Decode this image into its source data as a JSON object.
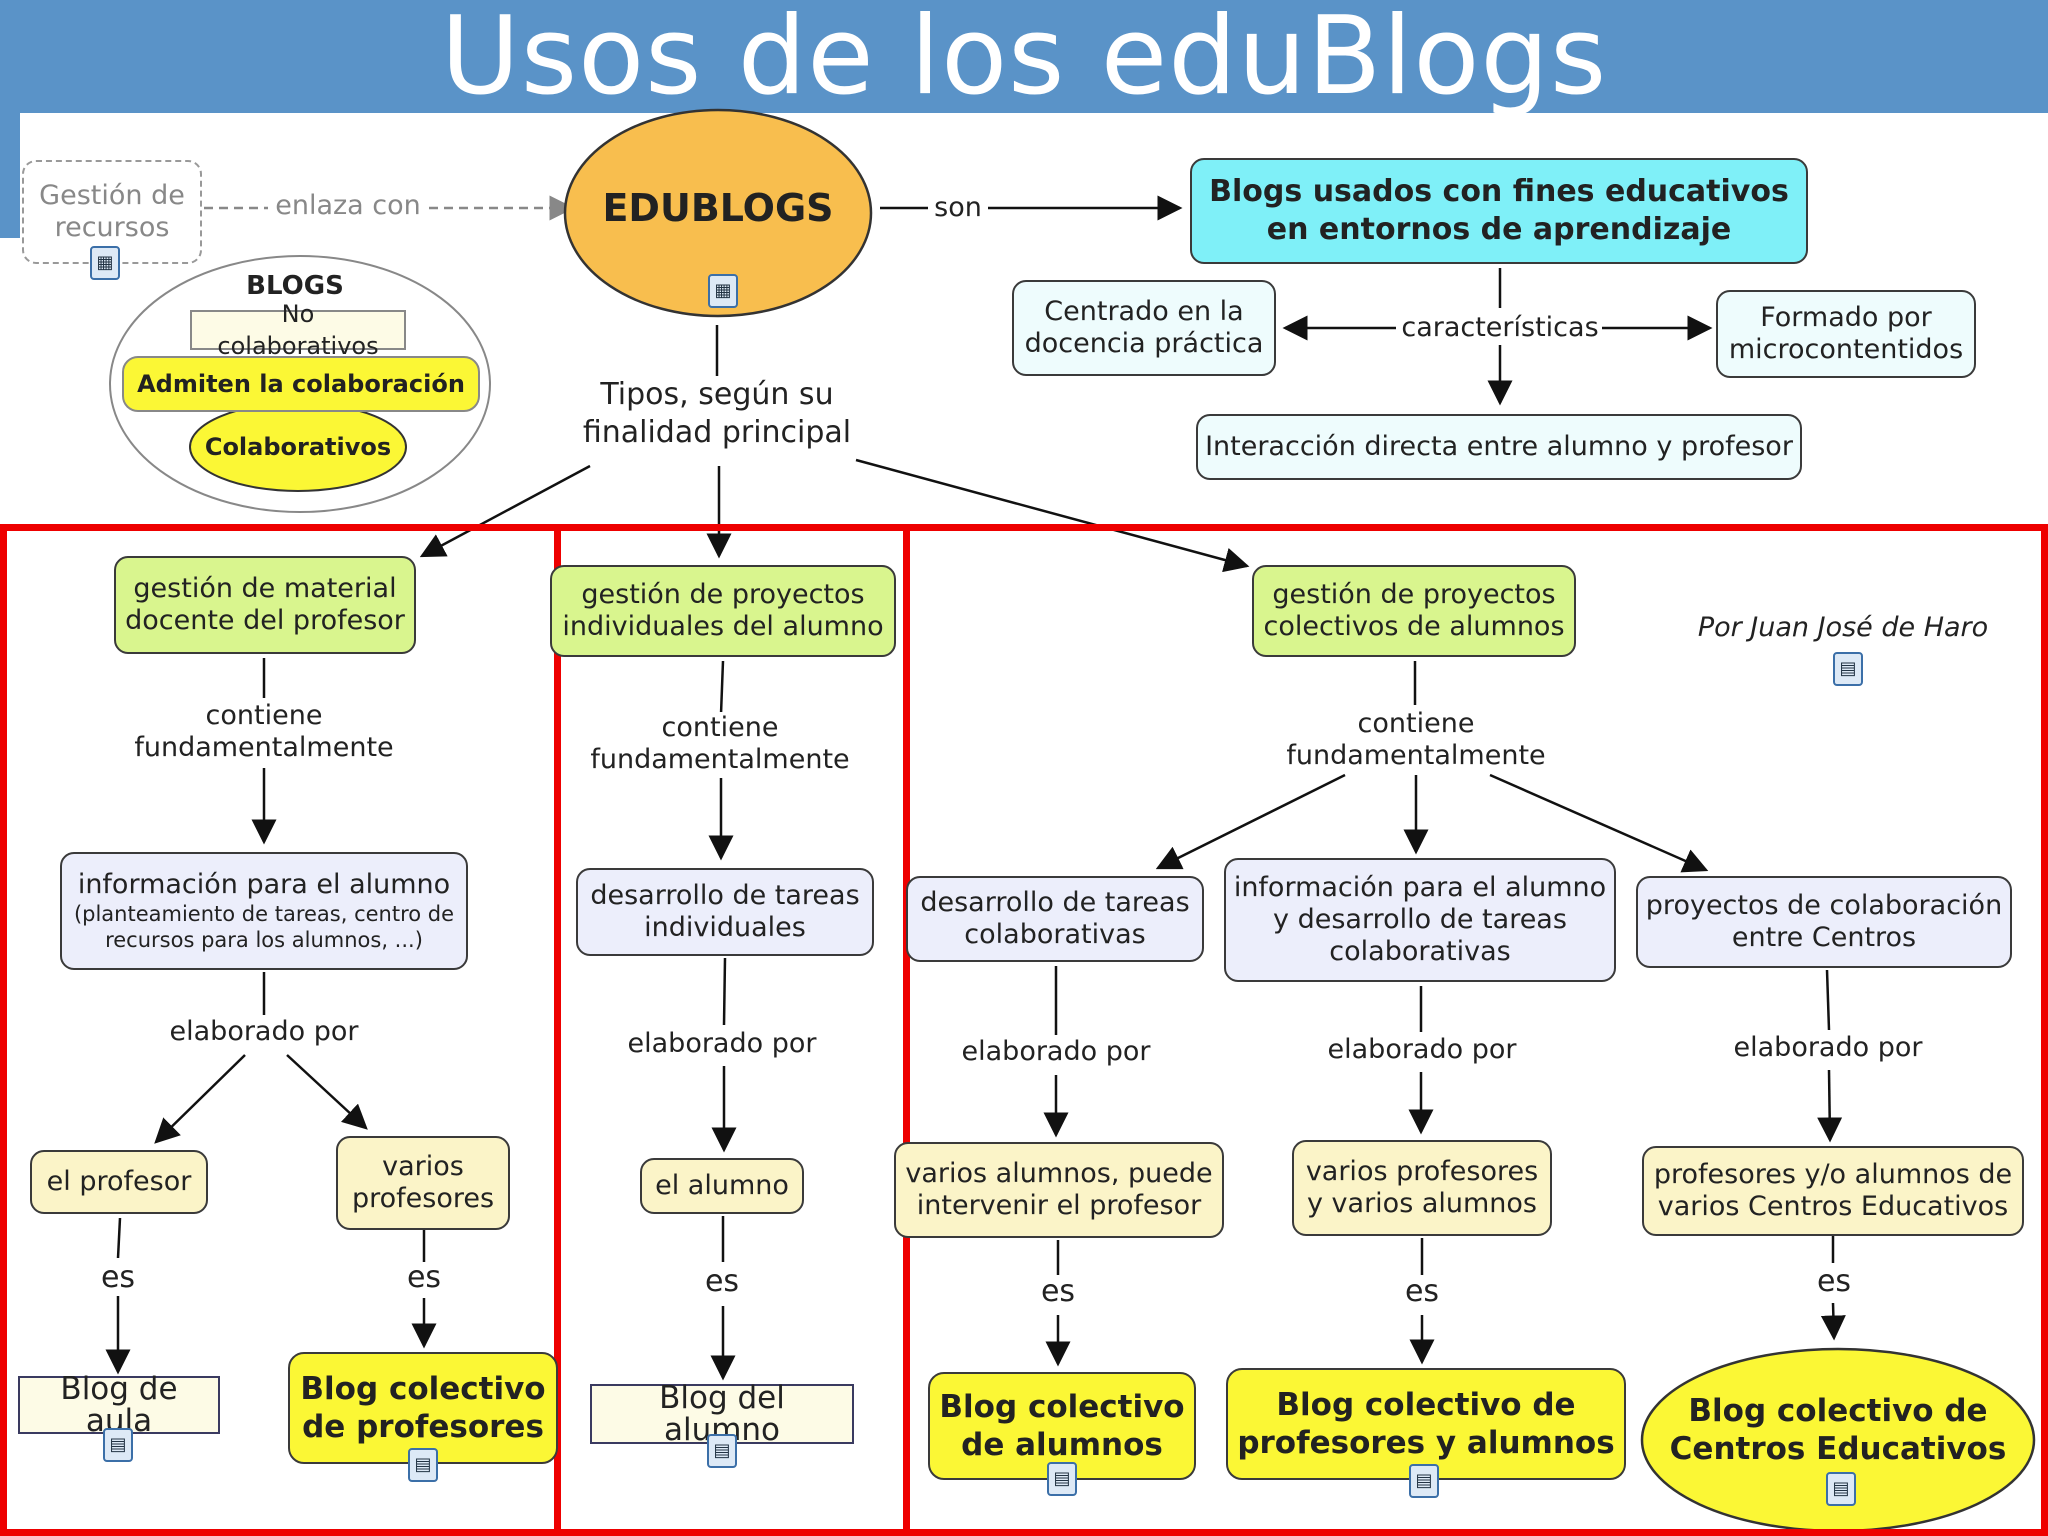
{
  "title": "Usos de los eduBlogs",
  "author": "Por Juan José de Haro",
  "colors": {
    "header": "#5a93c8",
    "red_frame": "#ee0000",
    "edublogs": "#f8be4e",
    "cyan": "#7ff0f8",
    "green": "#d9f58e",
    "yellow": "#fbf735"
  },
  "top": {
    "gestion_recursos": "Gestión de recursos",
    "enlaza_con": "enlaza con",
    "edublogs": "EDUBLOGS",
    "son": "son",
    "blogs_usados": "Blogs usados con fines educativos en entornos de aprendizaje",
    "caracteristicas": "características",
    "centrado": "Centrado en la docencia práctica",
    "formado": "Formado por microcontentidos",
    "interaccion": "Interacción directa entre alumno y profesor",
    "tipos": "Tipos, según su finalidad principal"
  },
  "venn": {
    "heading": "BLOGS",
    "no_colab": "No colaborativos",
    "admiten": "Admiten la colaboración",
    "colab": "Colaborativos"
  },
  "labels": {
    "contiene": "contiene fundamentalmente",
    "elaborado": "elaborado por",
    "es": "es"
  },
  "col1": {
    "head": "gestión de material docente del profesor",
    "info": "información para el alumno",
    "info_sub": "(planteamiento de tareas, centro de recursos para los alumnos, ...)",
    "a1": "el profesor",
    "a2": "varios profesores",
    "r1": "Blog de aula",
    "r2": "Blog colectivo de profesores"
  },
  "col2": {
    "head": "gestión de proyectos individuales del alumno",
    "content": "desarrollo de tareas individuales",
    "author": "el alumno",
    "result": "Blog del alumno"
  },
  "col3": {
    "head": "gestión de proyectos colectivos de alumnos",
    "c1": "desarrollo de tareas colaborativas",
    "c2": "información para el alumno y desarrollo de tareas colaborativas",
    "c3": "proyectos de colaboración entre Centros",
    "a1": "varios alumnos, puede intervenir el profesor",
    "a2": "varios profesores y varios alumnos",
    "a3": "profesores y/o alumnos de varios Centros Educativos",
    "r1": "Blog colectivo de alumnos",
    "r2": "Blog colectivo de profesores y alumnos",
    "r3": "Blog colectivo de Centros Educativos"
  }
}
